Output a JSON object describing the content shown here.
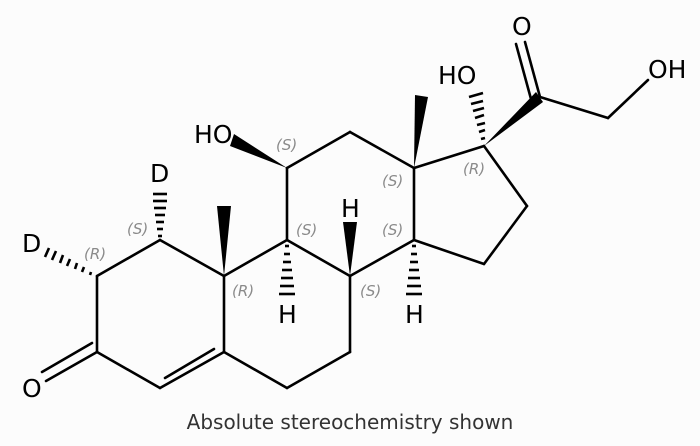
{
  "molecule": {
    "atom_labels": {
      "d1": "D",
      "d2": "D",
      "o3": "O",
      "ho11": "HO",
      "h8": "H",
      "h9": "H",
      "h14": "H",
      "ho17": "HO",
      "o20": "O",
      "oh21": "OH"
    },
    "stereo_labels": {
      "c1": "(S)",
      "c2": "(R)",
      "c10": "(R)",
      "c9": "(S)",
      "c11": "(S)",
      "c8": "(S)",
      "c13": "(S)",
      "c14": "(S)",
      "c17": "(R)"
    },
    "colors": {
      "bond": "#000000",
      "atom_text": "#000000",
      "stereo_text": "#8a8a8a",
      "background": "#fcfcfc"
    }
  },
  "caption": "Absolute stereochemistry shown"
}
